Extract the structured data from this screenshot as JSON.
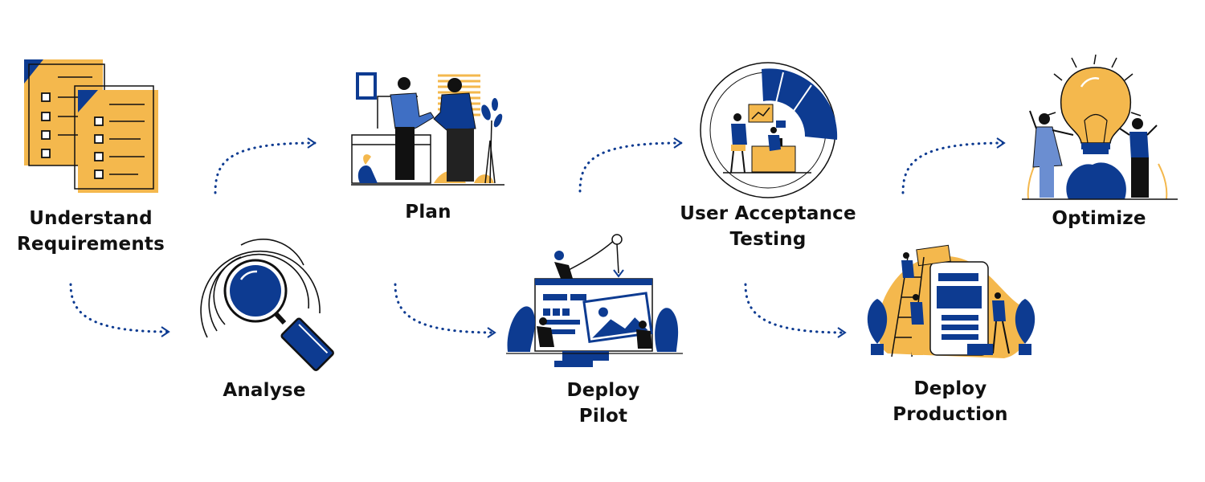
{
  "colors": {
    "accent_blue": "#0d3b91",
    "accent_yellow": "#f4b84d",
    "ink": "#111111"
  },
  "steps": [
    {
      "lines": [
        "Understand",
        "Requirements"
      ],
      "icon": "requirements-checklist-icon"
    },
    {
      "lines": [
        "Analyse"
      ],
      "icon": "magnifier-icon"
    },
    {
      "lines": [
        "Plan"
      ],
      "icon": "handshake-icon"
    },
    {
      "lines": [
        "Deploy",
        "Pilot"
      ],
      "icon": "website-build-icon"
    },
    {
      "lines": [
        "User Acceptance",
        "Testing"
      ],
      "icon": "analytics-meeting-icon"
    },
    {
      "lines": [
        "Deploy",
        "Production"
      ],
      "icon": "team-deploy-icon"
    },
    {
      "lines": [
        "Optimize"
      ],
      "icon": "lightbulb-idea-icon"
    }
  ]
}
